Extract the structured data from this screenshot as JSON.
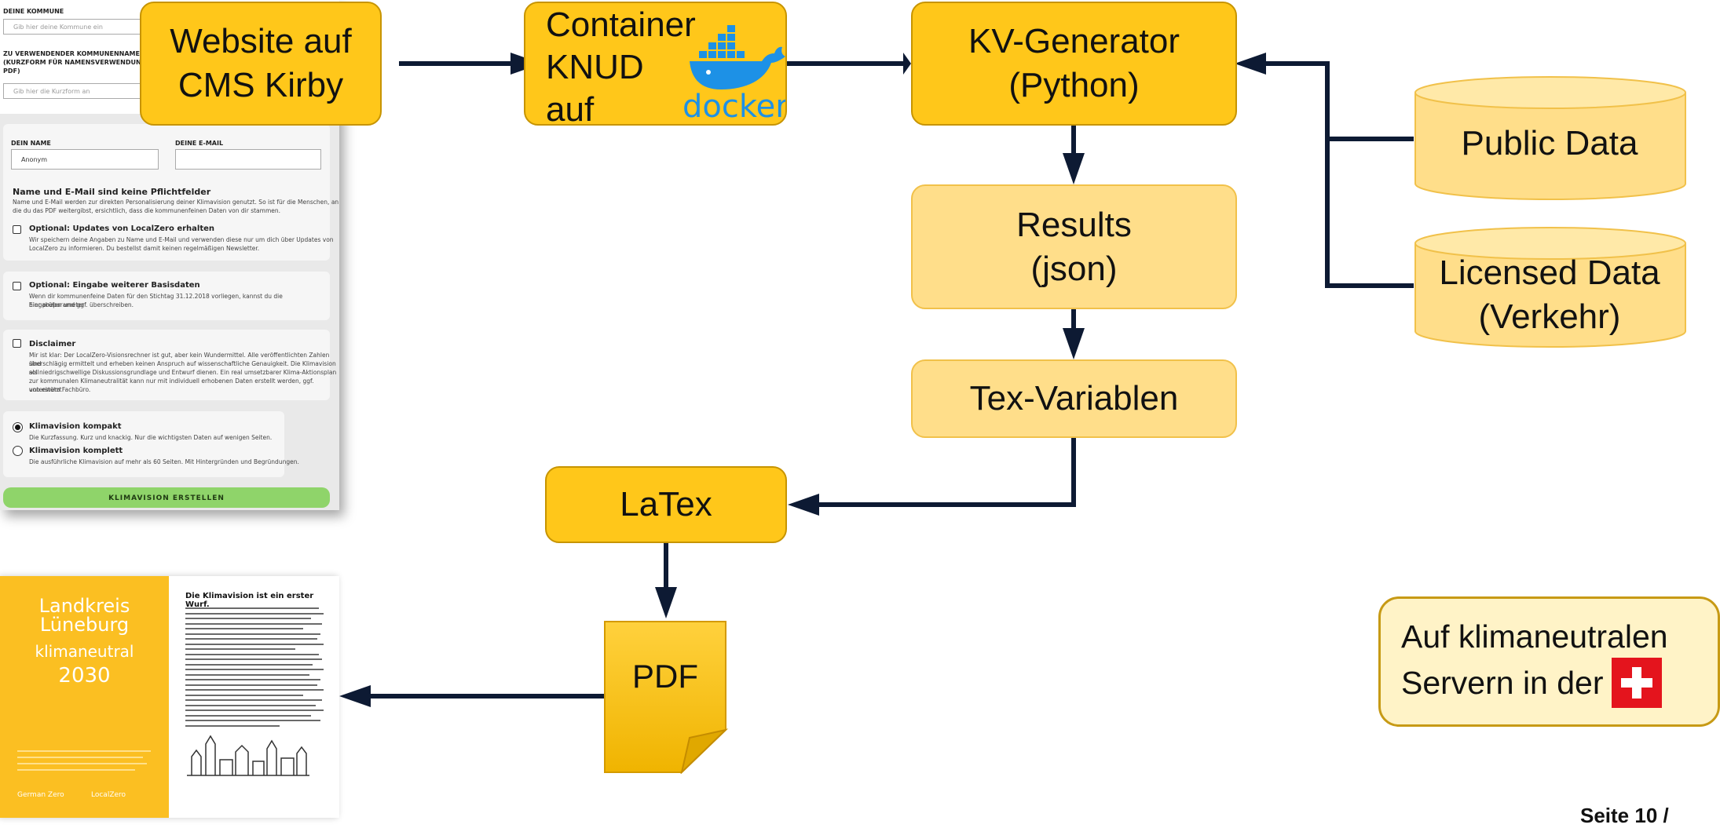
{
  "form": {
    "kommune_label": "DEINE KOMMUNE",
    "kommune_placeholder": "Gib hier deine Kommune ein",
    "kurzform_label_1": "ZU VERWENDENDER KOMMUNENNAME",
    "kurzform_label_2": "(KURZFORM FÜR NAMENSVERWENDUNG",
    "kurzform_label_3": "PDF)",
    "kurzform_placeholder": "Gib hier die Kurzform an",
    "name_label": "DEIN NAME",
    "name_value": "Anonym",
    "email_label": "DEINE E-MAIL",
    "email_value": "",
    "optional_heading": "Name und E-Mail sind keine Pflichtfelder",
    "optional_text_1": "Name und E-Mail werden zur direkten Personalisierung deiner Klimavision genutzt. So ist für die Menschen, an",
    "optional_text_2": "die du das PDF weitergibst, ersichtlich, dass die kommunenfeinen Daten von dir stammen.",
    "updates_heading": "Optional: Updates von LocalZero erhalten",
    "updates_text_1": "Wir speichern deine Angaben zu Name und E-Mail und verwenden diese nur um dich über Updates von",
    "updates_text_2": "LocalZero zu informieren. Du bestellst damit keinen regelmäßigen Newsletter.",
    "basis_heading": "Optional: Eingabe weiterer Basisdaten",
    "basis_text_1": "Wenn dir kommunenfeine Daten für den Stichtag 31.12.2018 vorliegen, kannst du die Eingabeparameter",
    "basis_text_2": "hier prüfen und ggf. überschreiben.",
    "disclaimer_heading": "Disclaimer",
    "disclaimer_text_1": "Mir ist klar: Der LocalZero-Visionsrechner ist gut, aber kein Wundermittel. Alle veröffentlichten Zahlen sind",
    "disclaimer_text_2": "überschlägig ermittelt und erheben keinen Anspruch auf wissenschaftliche Genauigkeit. Die Klimavision soll",
    "disclaimer_text_3": "als niedrigschwellige Diskussionsgrundlage und Entwurf dienen. Ein real umsetzbarer Klima-Aktionsplan",
    "disclaimer_text_4": "zur kommunalen Klimaneutralität kann nur mit individuell erhobenen Daten erstellt werden, ggf. unterstützt",
    "disclaimer_text_5": "von einem Fachbüro.",
    "kompakt_heading": "Klimavision kompakt",
    "kompakt_text": "Die Kurzfassung. Kurz und knackig. Nur die wichtigsten Daten auf wenigen Seiten.",
    "komplett_heading": "Klimavision komplett",
    "komplett_text": "Die ausführliche Klimavision auf mehr als 60 Seiten. Mit Hintergründen und Begründungen.",
    "create_button": "KLIMAVISION ERSTELLEN"
  },
  "nodes": {
    "website_line1": "Website auf",
    "website_line2": "CMS Kirby",
    "container_line1": "Container",
    "container_line2": "KNUD",
    "container_line3": "auf",
    "docker_label": "docker",
    "kv_line1": "KV-Generator",
    "kv_line2": "(Python)",
    "results_line1": "Results",
    "results_line2": "(json)",
    "tex": "Tex-Variablen",
    "latex": "LaTex",
    "pdf": "PDF",
    "public_data": "Public Data",
    "licensed_line1": "Licensed Data",
    "licensed_line2": "(Verkehr)",
    "note_line1": "Auf klimaneutralen",
    "note_line2": "Servern in der"
  },
  "brochure": {
    "cover_title_1": "Landkreis",
    "cover_title_2": "Lüneburg",
    "cover_sub": "klimaneutral",
    "cover_year": "2030",
    "logo_1": "German Zero",
    "logo_2": "LocalZero",
    "page_heading": "Die Klimavision ist ein erster Wurf."
  },
  "footer": {
    "page": "Seite 10 / "
  },
  "colors": {
    "main_box": "#ffc71a",
    "light_box": "#ffde8a",
    "arrow": "#0d1a33",
    "swiss_red": "#e4141d",
    "docker_blue": "#1d91e6"
  }
}
